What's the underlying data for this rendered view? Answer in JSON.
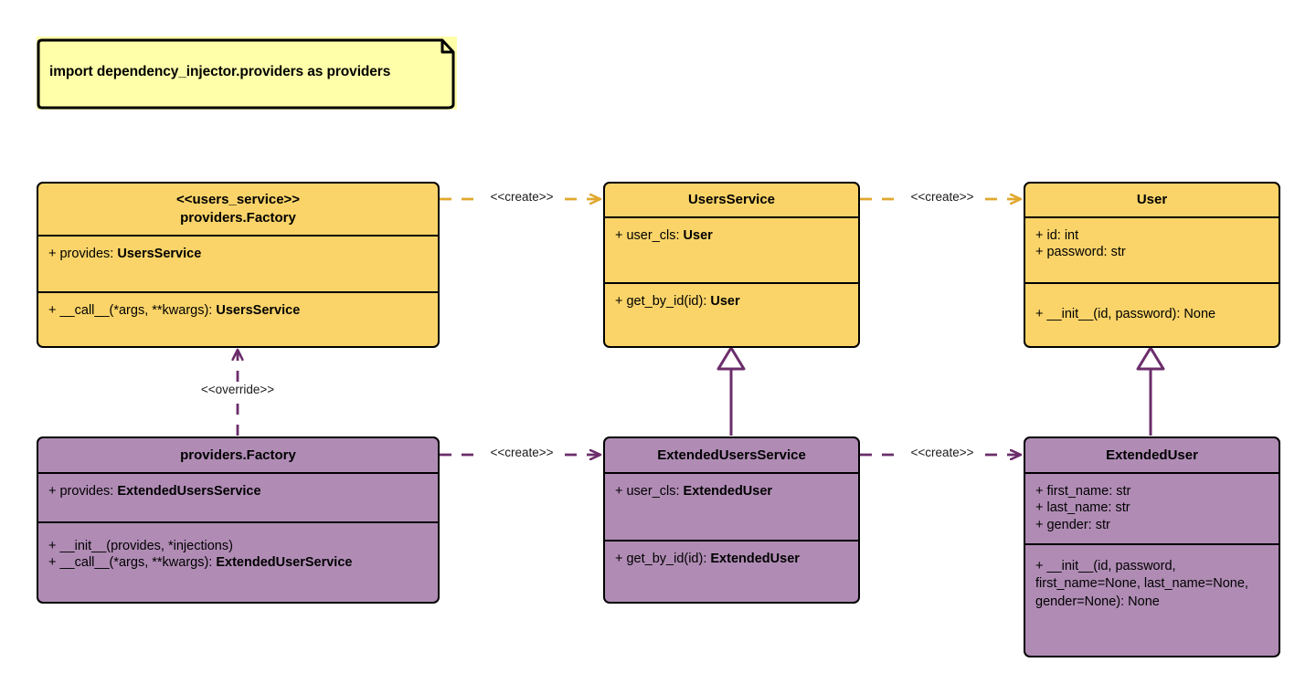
{
  "diagram": {
    "title": "Dependency Injector providers UML class diagram",
    "colors": {
      "note_fill": "#ffffaa",
      "yellow_fill": "#fad469",
      "purple_fill": "#b08cb5",
      "yellow_line": "#e0a82e",
      "purple_line": "#6b2d6b",
      "outline": "#000000",
      "background": "#ffffff"
    }
  },
  "note": {
    "text": "import dependency_injector.providers as providers"
  },
  "classes": {
    "users_service_factory": {
      "stereotype": "<<users_service>>",
      "name": "providers.Factory",
      "attributes": [
        {
          "prefix": "+ provides: ",
          "type": "UsersService"
        }
      ],
      "methods": [
        {
          "prefix": "+ __call__(*args, **kwargs): ",
          "type": "UsersService"
        }
      ]
    },
    "users_service": {
      "stereotype": "",
      "name": "UsersService",
      "attributes": [
        {
          "prefix": "+ user_cls: ",
          "type": "User"
        }
      ],
      "methods": [
        {
          "prefix": "+ get_by_id(id): ",
          "type": "User"
        }
      ]
    },
    "user": {
      "stereotype": "",
      "name": "User",
      "attributes": [
        {
          "prefix": "+ id: int",
          "type": ""
        },
        {
          "prefix": "+ password: str",
          "type": ""
        }
      ],
      "methods": [
        {
          "prefix": "+ __init__(id, password): None",
          "type": ""
        }
      ]
    },
    "extended_factory": {
      "stereotype": "",
      "name": "providers.Factory",
      "attributes": [
        {
          "prefix": "+ provides: ",
          "type": "ExtendedUsersService"
        }
      ],
      "methods": [
        {
          "prefix": "+ __init__(provides, *injections)",
          "type": ""
        },
        {
          "prefix": "+ __call__(*args, **kwargs): ",
          "type": "ExtendedUserService"
        }
      ]
    },
    "extended_users_service": {
      "stereotype": "",
      "name": "ExtendedUsersService",
      "attributes": [
        {
          "prefix": "+ user_cls: ",
          "type": "ExtendedUser"
        }
      ],
      "methods": [
        {
          "prefix": "+ get_by_id(id): ",
          "type": "ExtendedUser"
        }
      ]
    },
    "extended_user": {
      "stereotype": "",
      "name": "ExtendedUser",
      "attributes": [
        {
          "prefix": "+ first_name: str",
          "type": ""
        },
        {
          "prefix": "+ last_name: str",
          "type": ""
        },
        {
          "prefix": "+ gender: str",
          "type": ""
        }
      ],
      "methods": [
        {
          "prefix": "+ __init__(id, password, first_name=None, last_name=None, gender=None): None",
          "type": ""
        }
      ]
    }
  },
  "connectors": {
    "create_top_left": {
      "label": "<<create>>",
      "kind": "dependency-create",
      "color": "#e0a82e"
    },
    "create_top_right": {
      "label": "<<create>>",
      "kind": "dependency-create",
      "color": "#e0a82e"
    },
    "override": {
      "label": "<<override>>",
      "kind": "dependency-override",
      "color": "#6b2d6b"
    },
    "create_bottom_left": {
      "label": "<<create>>",
      "kind": "dependency-create",
      "color": "#6b2d6b"
    },
    "create_bottom_right": {
      "label": "<<create>>",
      "kind": "dependency-create",
      "color": "#6b2d6b"
    },
    "inherit_service": {
      "label": "",
      "kind": "generalization",
      "color": "#6b2d6b"
    },
    "inherit_user": {
      "label": "",
      "kind": "generalization",
      "color": "#6b2d6b"
    }
  }
}
